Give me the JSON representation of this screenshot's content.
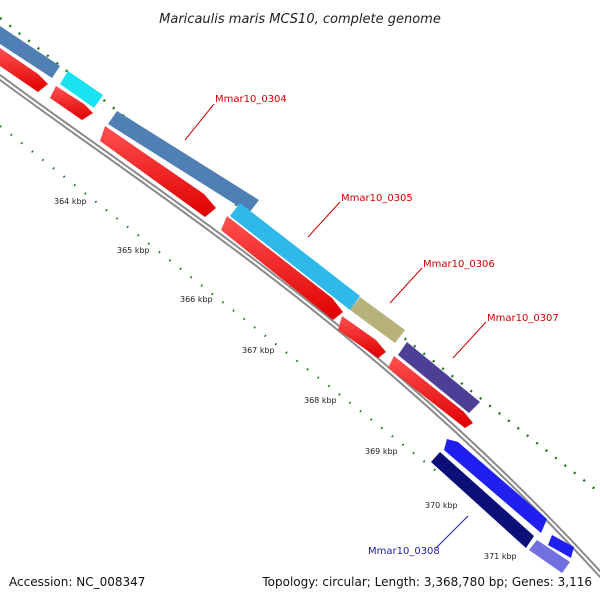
{
  "title": "Maricaulis maris MCS10, complete genome",
  "footer": {
    "accession": "Accession: NC_008347",
    "summary": "Topology: circular; Length: 3,368,780 bp; Genes: 3,116"
  },
  "kbp_labels": [
    "364 kbp",
    "365 kbp",
    "366 kbp",
    "367 kbp",
    "368 kbp",
    "369 kbp",
    "370 kbp",
    "371 kbp"
  ],
  "gene_labels": [
    {
      "text": "Mmar10_0304",
      "color": "#d40000"
    },
    {
      "text": "Mmar10_0305",
      "color": "#d40000"
    },
    {
      "text": "Mmar10_0306",
      "color": "#d40000"
    },
    {
      "text": "Mmar10_0307",
      "color": "#d40000"
    },
    {
      "text": "Mmar10_0308",
      "color": "#1a1aa8"
    }
  ],
  "colors": {
    "cds": "#ff1a1a",
    "steelblue": "#4f7fb4",
    "cyan": "#19e3f0",
    "skyblue": "#2fb8ea",
    "khaki": "#b7b17a",
    "purple": "#4b3f96",
    "navy": "#0b0f78",
    "blue": "#1f1ff0",
    "lavender": "#7070e0",
    "backbone": "#8a8a8a",
    "ticks": "#1a7a1a"
  }
}
